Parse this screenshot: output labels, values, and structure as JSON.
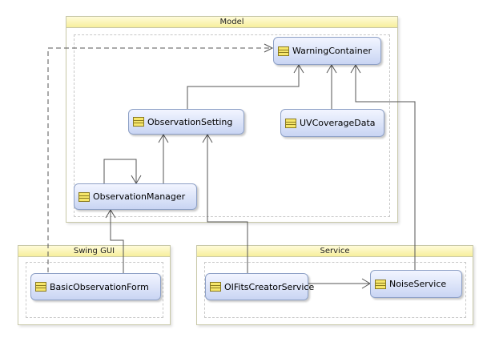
{
  "packages": {
    "model": {
      "title": "Model"
    },
    "swing_gui": {
      "title": "Swing GUI"
    },
    "service": {
      "title": "Service"
    }
  },
  "nodes": {
    "warning_container": {
      "label": "WarningContainer"
    },
    "observation_setting": {
      "label": "ObservationSetting"
    },
    "uv_coverage_data": {
      "label": "UVCoverageData"
    },
    "observation_manager": {
      "label": "ObservationManager"
    },
    "basic_observation_form": {
      "label": "BasicObservationForm"
    },
    "oifits_creator_service": {
      "label": "OIFitsCreatorService"
    },
    "noise_service": {
      "label": "NoiseService"
    }
  },
  "colors": {
    "package_header": "#f7ef9c",
    "node_fill": "#c9d5f3",
    "node_border": "#8da0c6",
    "edge": "#555555"
  },
  "icons": {
    "class": "class-icon"
  }
}
